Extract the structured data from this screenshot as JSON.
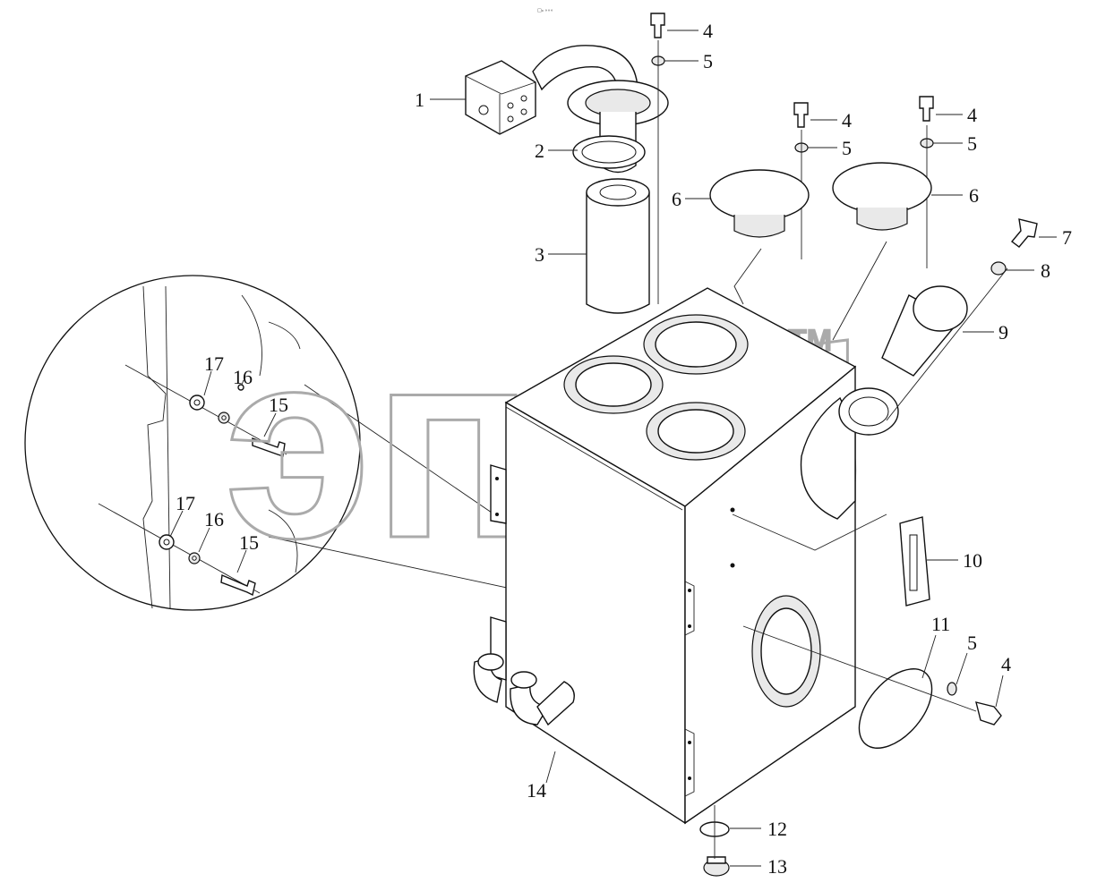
{
  "corner_text": "□₀ ∘∘∘",
  "watermark": {
    "text": "эпцб",
    "trademark": "TM"
  },
  "callouts": [
    {
      "id": "c1",
      "label": "1"
    },
    {
      "id": "c2",
      "label": "2"
    },
    {
      "id": "c3",
      "label": "3"
    },
    {
      "id": "c4a",
      "label": "4"
    },
    {
      "id": "c5a",
      "label": "5"
    },
    {
      "id": "c4b",
      "label": "4"
    },
    {
      "id": "c5b",
      "label": "5"
    },
    {
      "id": "c4c",
      "label": "4"
    },
    {
      "id": "c5c",
      "label": "5"
    },
    {
      "id": "c6a",
      "label": "6"
    },
    {
      "id": "c6b",
      "label": "6"
    },
    {
      "id": "c7",
      "label": "7"
    },
    {
      "id": "c8",
      "label": "8"
    },
    {
      "id": "c9",
      "label": "9"
    },
    {
      "id": "c10",
      "label": "10"
    },
    {
      "id": "c11",
      "label": "11"
    },
    {
      "id": "c5d",
      "label": "5"
    },
    {
      "id": "c4d",
      "label": "4"
    },
    {
      "id": "c12",
      "label": "12"
    },
    {
      "id": "c13",
      "label": "13"
    },
    {
      "id": "c14",
      "label": "14"
    },
    {
      "id": "c17a",
      "label": "17"
    },
    {
      "id": "c16a",
      "label": "16"
    },
    {
      "id": "c15a",
      "label": "15"
    },
    {
      "id": "c17b",
      "label": "17"
    },
    {
      "id": "c16b",
      "label": "16"
    },
    {
      "id": "c15b",
      "label": "15"
    }
  ]
}
